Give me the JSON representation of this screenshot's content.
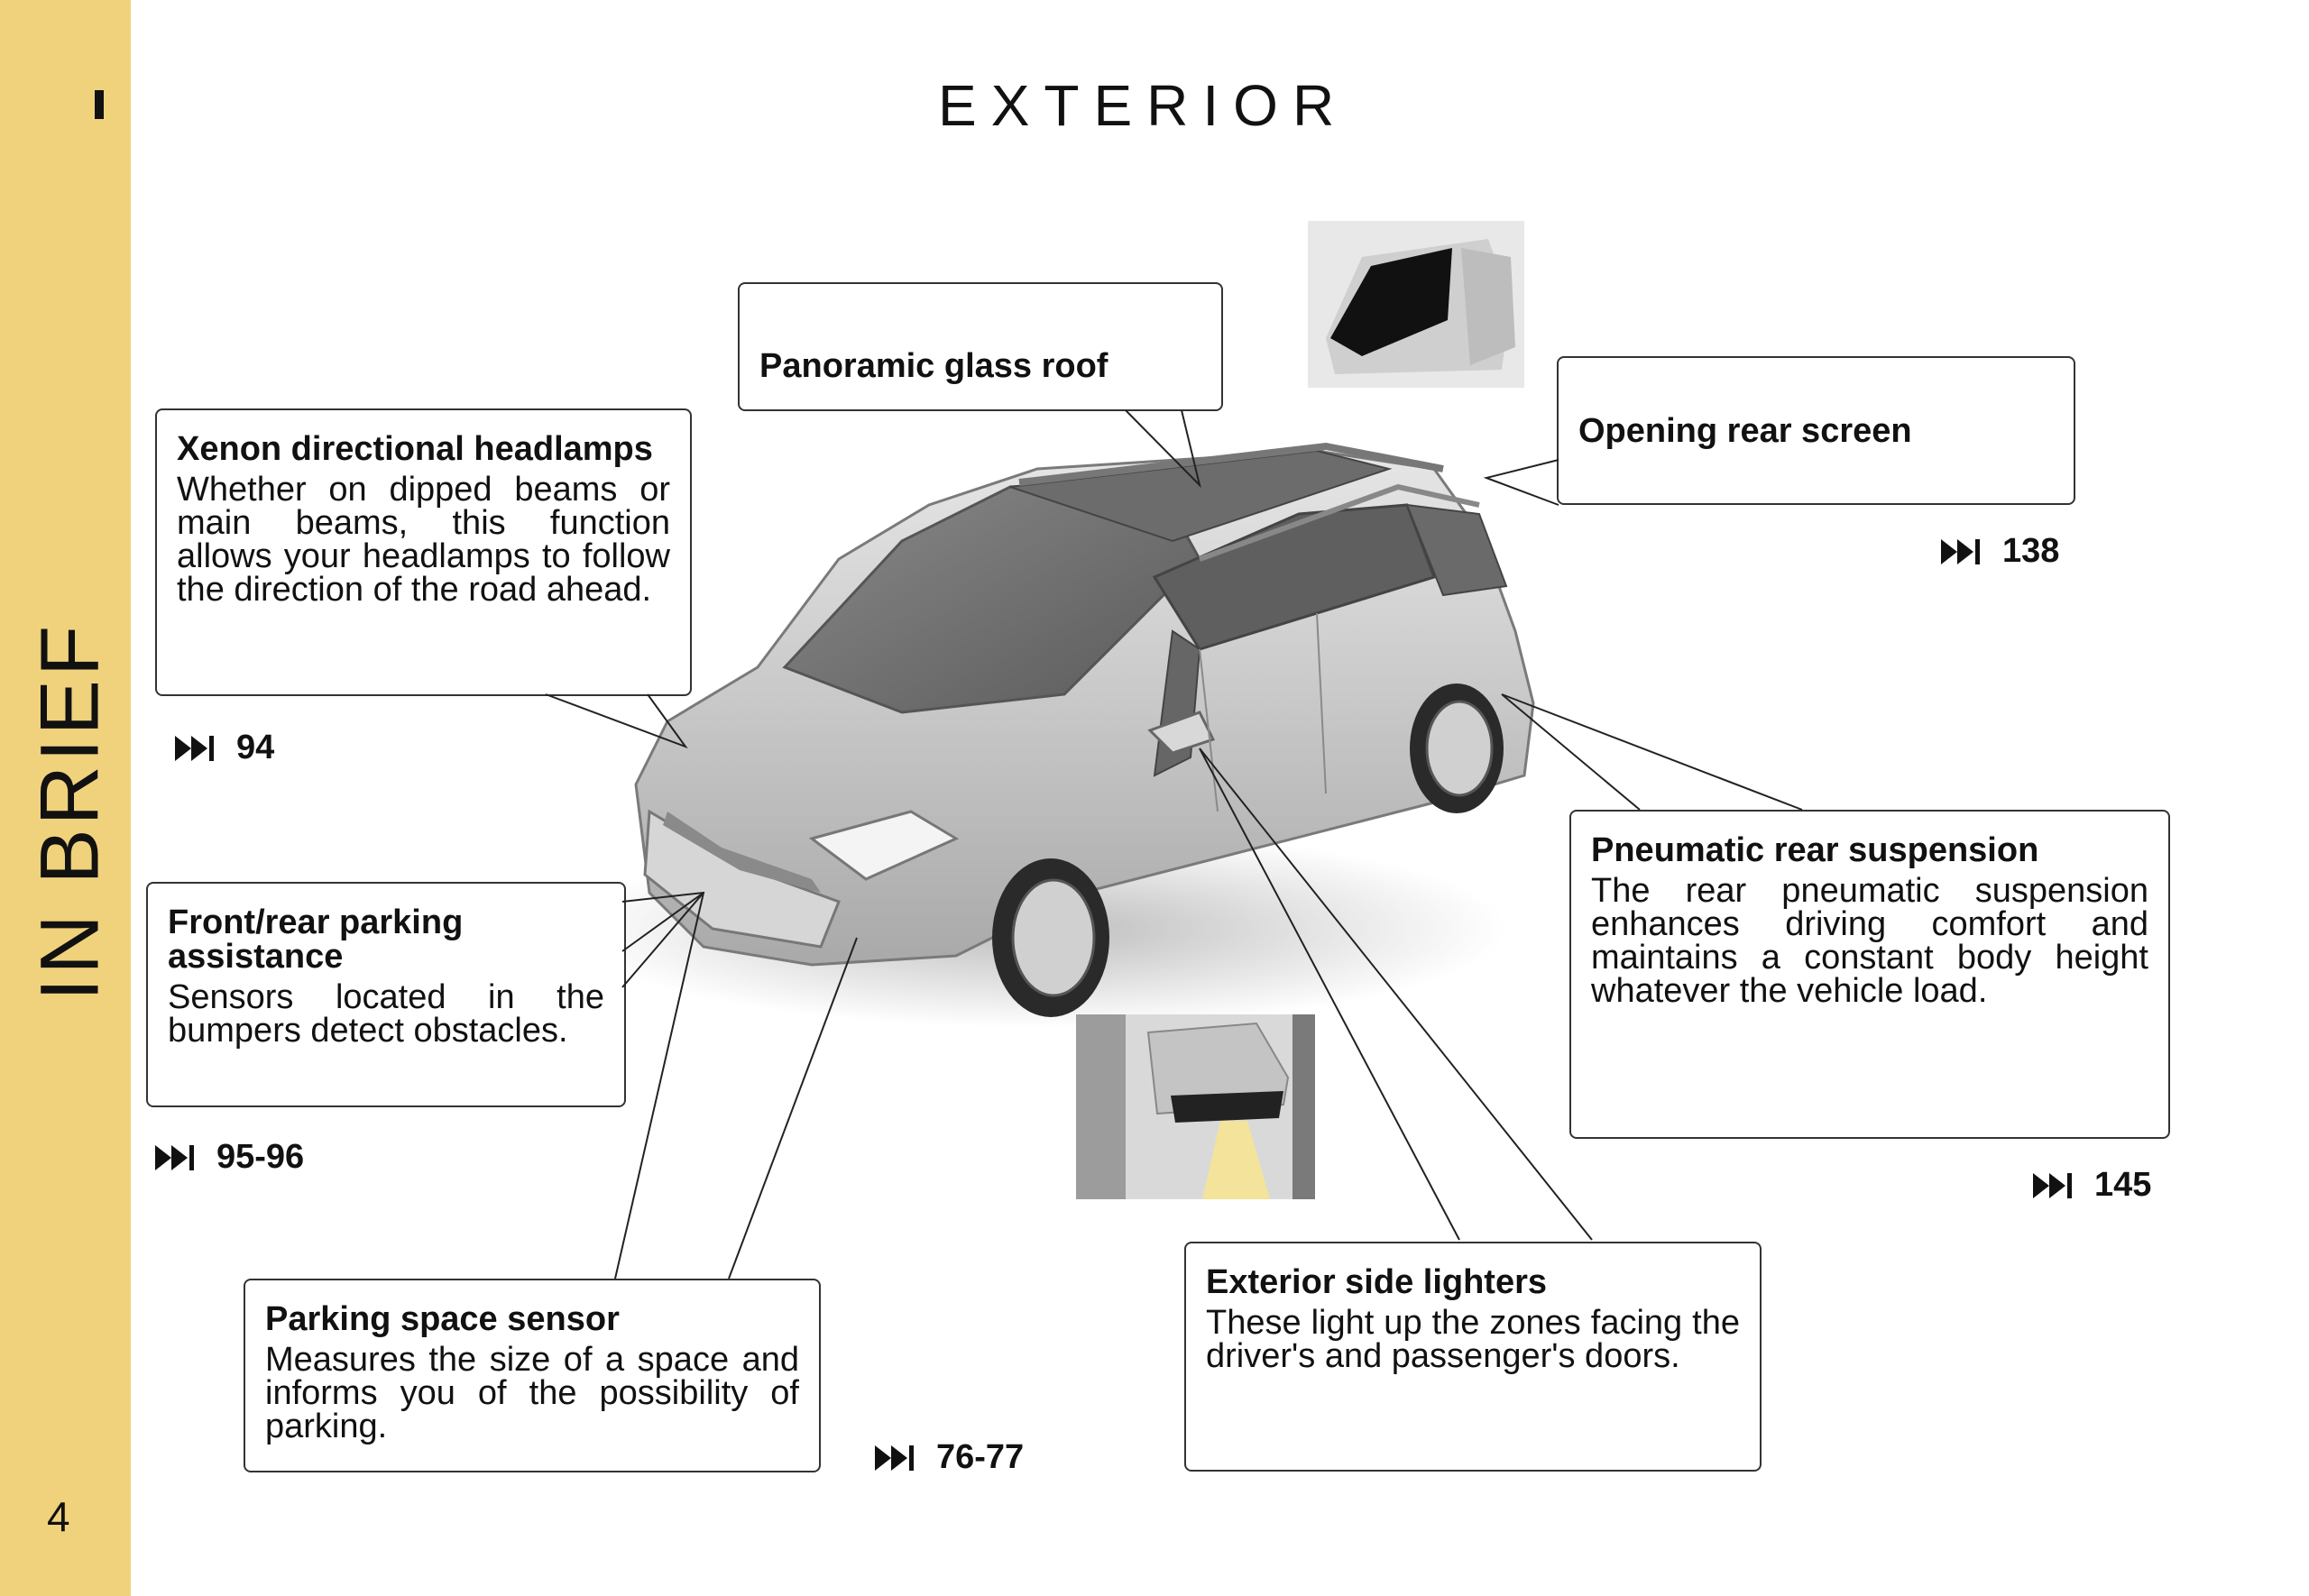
{
  "sidebar": {
    "section_label": "IN BRIEF",
    "page_number": "4"
  },
  "page": {
    "title": "EXTERIOR"
  },
  "callouts": {
    "headlamps": {
      "title": "Xenon directional headlamps",
      "body": "Whether on dipped beams or main beams, this function allows your headlamps to follow the direction of the road ahead.",
      "page_ref": "94"
    },
    "roof": {
      "title": "Panoramic glass roof"
    },
    "rear_screen": {
      "title": "Opening rear screen",
      "page_ref": "138"
    },
    "parking_assist": {
      "title": "Front/rear parking assistance",
      "body": "Sensors located in the bumpers detect obstacles.",
      "page_ref": "95-96"
    },
    "suspension": {
      "title": "Pneumatic rear suspension",
      "body": "The rear pneumatic suspension enhances driving comfort and maintains a constant body height whatever the vehicle load.",
      "page_ref": "145"
    },
    "space_sensor": {
      "title": "Parking space sensor",
      "body": "Measures the size of a space and informs you of the possibility of parking.",
      "page_ref": "76-77"
    },
    "side_lighters": {
      "title": "Exterior side lighters",
      "body": "These light up the zones facing the driver's and passenger's doors."
    }
  },
  "icons": {
    "page_ref": "fast-forward-to-end-icon"
  },
  "colors": {
    "sidebar": "#f0d27d",
    "callout_border": "#333333",
    "text": "#111111"
  }
}
